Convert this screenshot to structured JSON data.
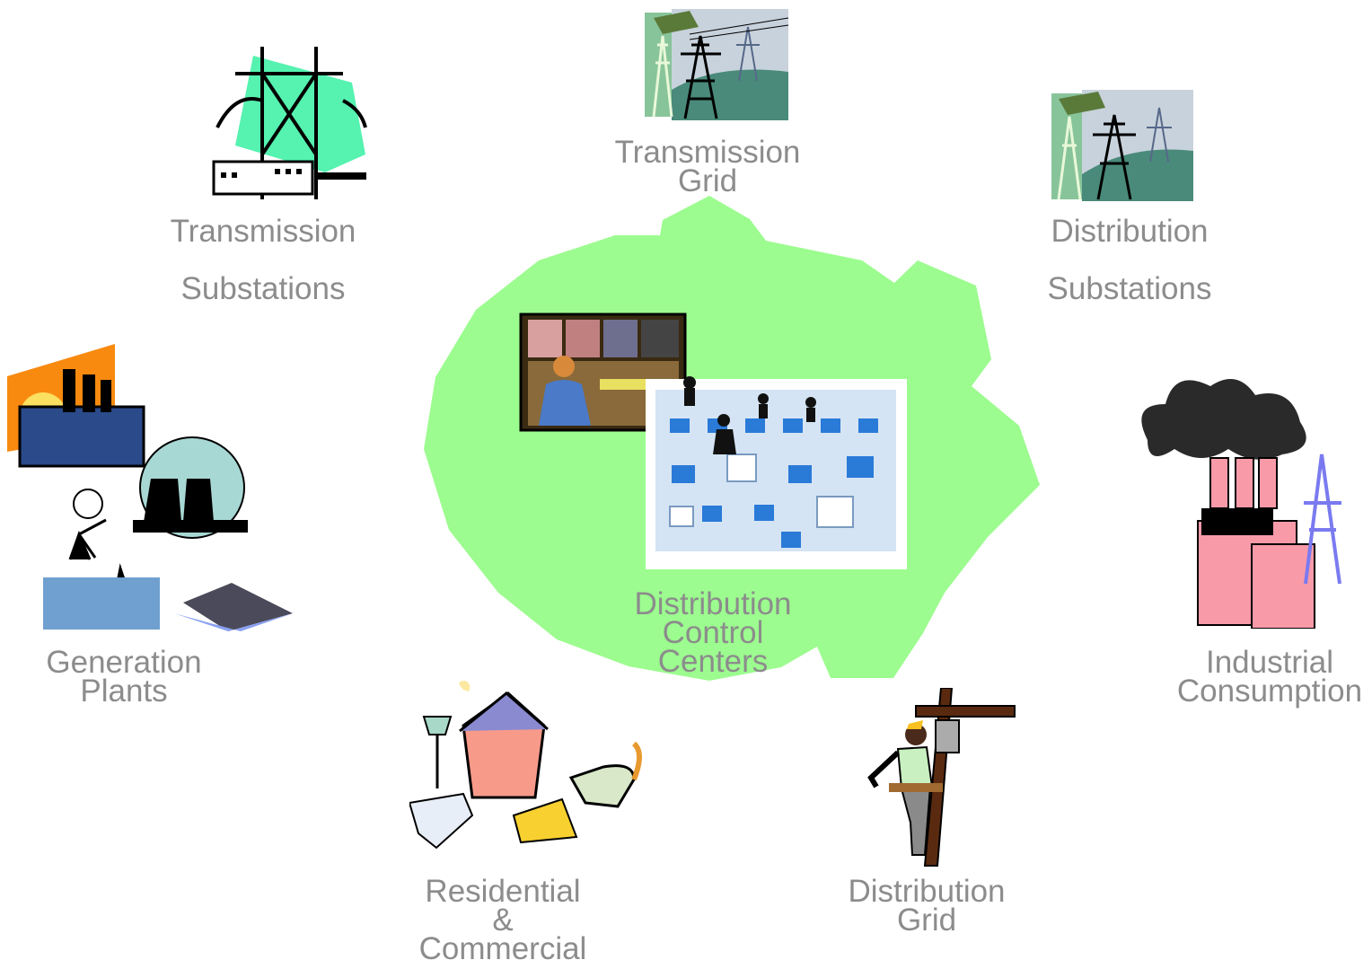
{
  "diagram": {
    "center": {
      "label_lines": [
        "Distribution",
        "Control",
        "Centers"
      ],
      "icon": "control-room-icon"
    },
    "nodes": [
      {
        "id": "transmission-grid",
        "label_lines": [
          "Transmission",
          "Grid"
        ],
        "icon": "transmission-tower-icon"
      },
      {
        "id": "transmission-substations",
        "label_lines": [
          "Transmission",
          "Substations"
        ],
        "icon": "substation-icon"
      },
      {
        "id": "distribution-substations",
        "label_lines": [
          "Distribution",
          "Substations"
        ],
        "icon": "transmission-tower-icon"
      },
      {
        "id": "generation-plants",
        "label_lines": [
          "Generation",
          "Plants"
        ],
        "icon": "power-plant-icon"
      },
      {
        "id": "industrial-consumption",
        "label_lines": [
          "Industrial",
          "Consumption"
        ],
        "icon": "factory-icon"
      },
      {
        "id": "residential-commercial",
        "label_lines": [
          "Residential",
          "&",
          "Commercial"
        ],
        "icon": "house-icon"
      },
      {
        "id": "distribution-grid",
        "label_lines": [
          "Distribution",
          "Grid"
        ],
        "icon": "lineman-icon"
      }
    ],
    "colors": {
      "hub": "#9cfc8f",
      "label": "#8c8c8c"
    }
  }
}
